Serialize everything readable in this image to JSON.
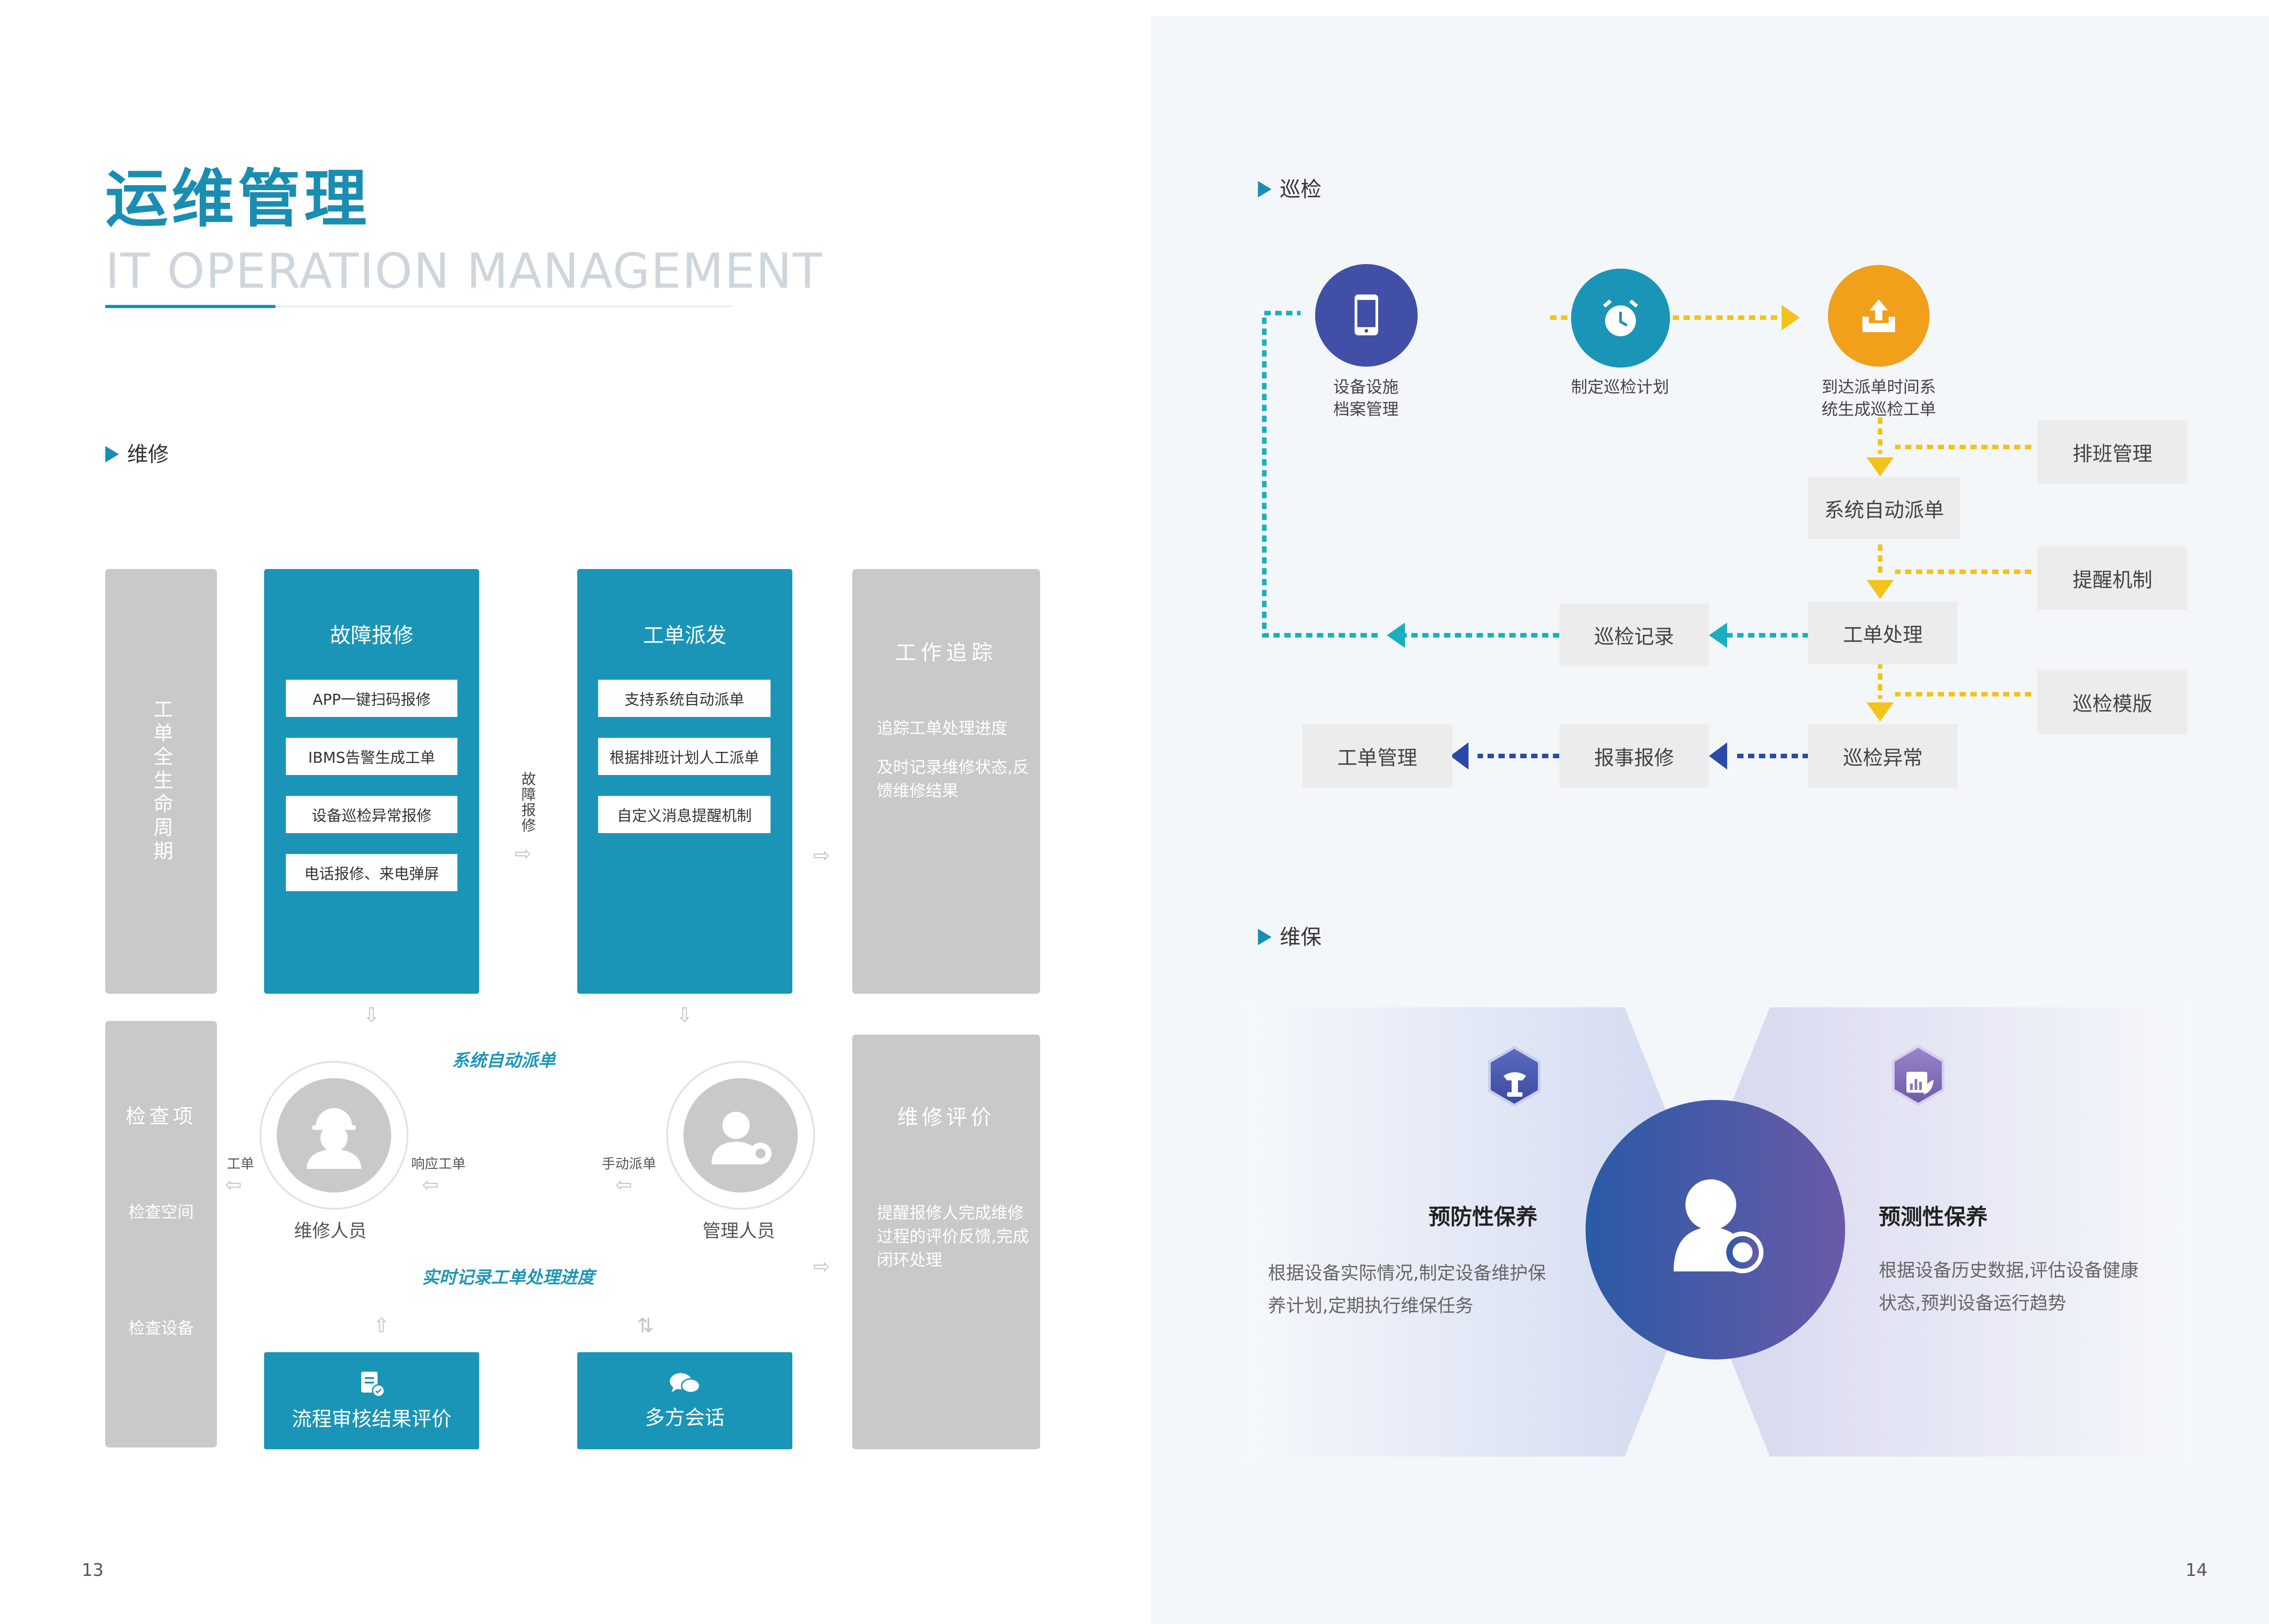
{
  "left": {
    "title_cn": "运维管理",
    "title_en": "IT OPERATION MANAGEMENT",
    "section": "维修",
    "lifecycle": "工单全生命周期",
    "repair": {
      "title": "故障报修",
      "items": [
        "APP一键扫码报修",
        "IBMS告警生成工单",
        "设备巡检异常报修",
        "电话报修、来电弹屏"
      ]
    },
    "repair_arrow_label": "故障报修",
    "dispatch": {
      "title": "工单派发",
      "items": [
        "支持系统自动派单",
        "根据排班计划人工派单",
        "自定义消息提醒机制"
      ]
    },
    "tracking": {
      "title": "工作追踪",
      "lines": [
        "追踪工单处理进度",
        "及时记录维修状态,反馈维修结果"
      ]
    },
    "check": {
      "title": "检查项",
      "items": [
        "检查空间",
        "检查设备"
      ]
    },
    "auto_dispatch": "系统自动派单",
    "realtime": "实时记录工单处理进度",
    "worker": {
      "label": "维修人员",
      "left": "工单",
      "right": "响应工单"
    },
    "manager": {
      "label": "管理人员",
      "left": "手动派单"
    },
    "evaluation": {
      "title": "维修评价",
      "text": "提醒报修人完成维修过程的评价反馈,完成闭环处理"
    },
    "btn_review": "流程审核结果评价",
    "btn_chat": "多方会话",
    "page_number": "13"
  },
  "right": {
    "section_patrol": "巡检",
    "steps": [
      {
        "label": "设备设施\n档案管理",
        "color": "#4150a6",
        "icon": "phone-icon"
      },
      {
        "label": "制定巡检计划",
        "color": "#1a95b7",
        "icon": "alarm-clock-icon"
      },
      {
        "label": "到达派单时间系\n统生成巡检工单",
        "color": "#f0a01a",
        "icon": "upload-tray-icon"
      }
    ],
    "flow": {
      "auto": "系统自动派单",
      "process": "工单处理",
      "abnormal": "巡检异常",
      "record": "巡检记录",
      "report": "报事报修",
      "manage": "工单管理",
      "schedule": "排班管理",
      "reminder": "提醒机制",
      "template": "巡检模版"
    },
    "section_maint": "维保",
    "preventive": {
      "title": "预防性保养",
      "desc": "根据设备实际情况,制定设备维护保养计划,定期执行维保任务"
    },
    "predictive": {
      "title": "预测性保养",
      "desc": "根据设备历史数据,评估设备健康状态,预判设备运行趋势"
    },
    "page_number": "14",
    "colors": {
      "teal": "#1aafc0",
      "yellow": "#f2c31a",
      "navy": "#2a4aa6",
      "accent": "#1a8db3"
    }
  }
}
